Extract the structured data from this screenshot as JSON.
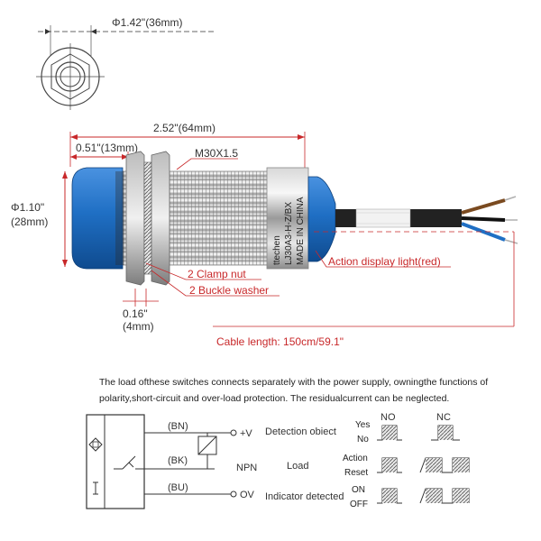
{
  "dimensions": {
    "diameter_top": "Φ1.42\"(36mm)",
    "length_total": "2.52\"(64mm)",
    "length_head": "0.51\"(13mm)",
    "thread": "M30X1.5",
    "diameter_body_1": "Φ1.10\"",
    "diameter_body_2": "(28mm)",
    "washer_thickness_1": "0.16\"",
    "washer_thickness_2": "(4mm)"
  },
  "callouts": {
    "clamp_nut": "2 Clamp nut",
    "buckle_washer": "2 Buckle washer",
    "action_light": "Action display light(red)",
    "cable_length": "Cable length: 150cm/59.1\""
  },
  "sensor_print": {
    "brand": "ttechen",
    "model": "LJ30A3-H-Z/BX",
    "origin": "MADE IN CHINA"
  },
  "description": {
    "line1": "The load ofthese switches connects separately with the power supply, owningthe functions of",
    "line2": "polarity,short-circuit and over-load protection. The residualcurrent can be neglected."
  },
  "wiring": {
    "bn": "(BN)",
    "bk": "(BK)",
    "bu": "(BU)",
    "plus": "+V",
    "zero": "OV",
    "type": "NPN"
  },
  "timing": {
    "col_no": "NO",
    "col_nc": "NC",
    "row1_label": "Detection obiect",
    "row1_hi": "Yes",
    "row1_lo": "No",
    "row2_label": "Load",
    "row2_hi": "Action",
    "row2_lo": "Reset",
    "row3_label": "Indicator detected",
    "row3_hi": "ON",
    "row3_lo": "OFF"
  },
  "colors": {
    "sensor_blue": "#1f6fc4",
    "callout_red": "#c8282a"
  }
}
